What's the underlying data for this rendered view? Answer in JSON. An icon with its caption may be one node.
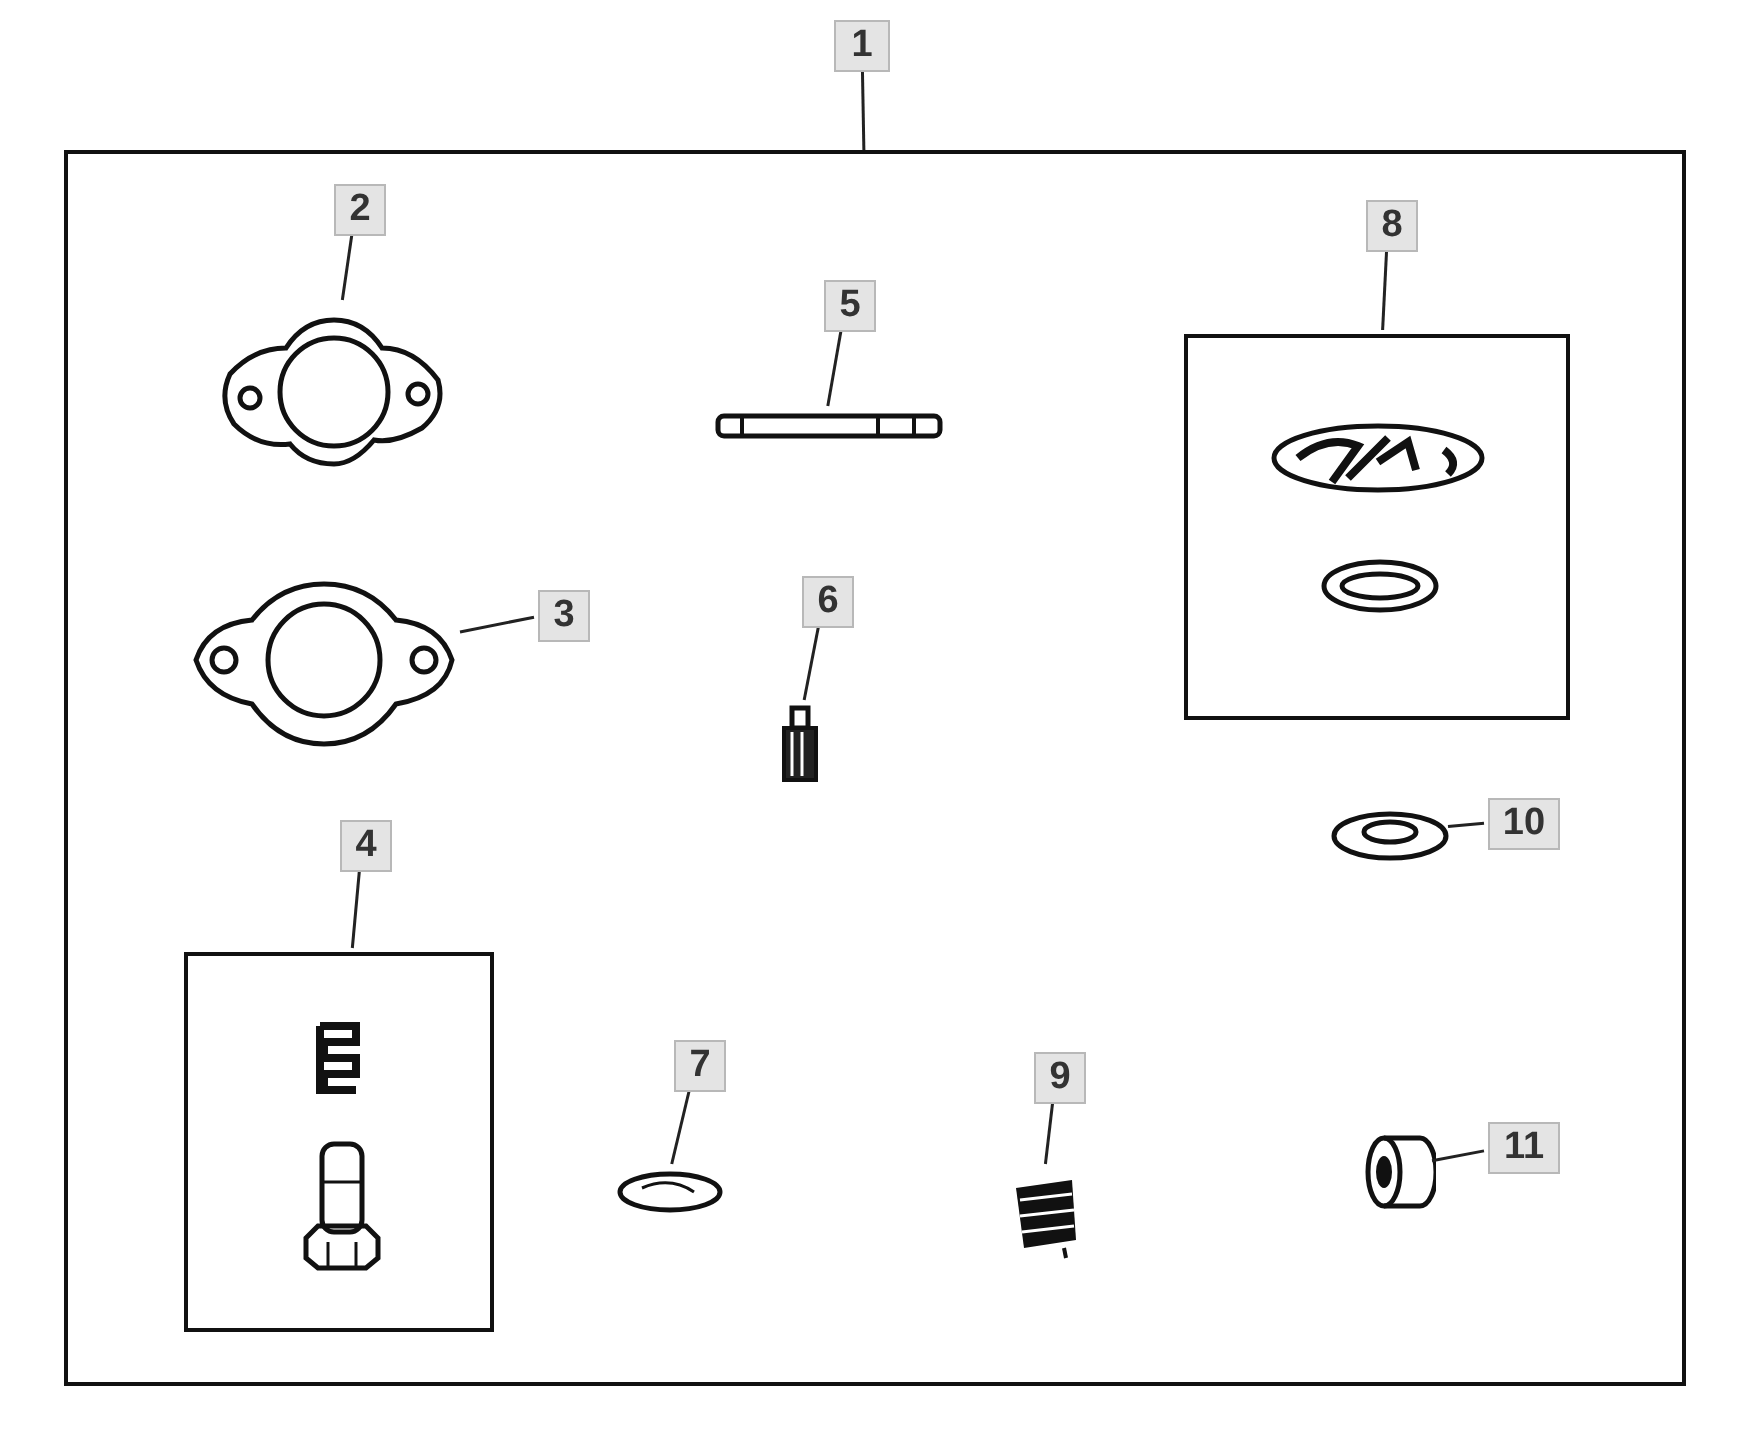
{
  "diagram": {
    "nodes": [
      {
        "text": [
          "1"
        ]
      },
      {
        "text": [],
        "shape": "box"
      },
      {
        "text": [
          "2"
        ],
        "in": 1
      },
      {
        "text": [],
        "shape": "picture",
        "in": 1
      },
      {
        "text": [
          "5"
        ],
        "in": 1
      },
      {
        "text": [],
        "shape": "picture",
        "in": 1
      },
      {
        "text": [
          "8"
        ],
        "in": 1
      },
      {
        "text": [],
        "shape": "box",
        "in": 1
      },
      {
        "text": [],
        "shape": "picture",
        "in": 7
      },
      {
        "text": [],
        "shape": "picture",
        "in": 7
      },
      {
        "text": [
          "3"
        ],
        "in": 1
      },
      {
        "text": [],
        "shape": "picture",
        "in": 1
      },
      {
        "text": [
          "6"
        ],
        "in": 1
      },
      {
        "text": [],
        "shape": "picture",
        "in": 1
      },
      {
        "text": [
          "10"
        ],
        "in": 1
      },
      {
        "text": [],
        "shape": "picture",
        "in": 1
      },
      {
        "text": [
          "4"
        ],
        "in": 1
      },
      {
        "text": [],
        "shape": "box",
        "in": 1
      },
      {
        "text": [],
        "shape": "picture",
        "in": 17
      },
      {
        "text": [],
        "shape": "picture",
        "in": 17
      },
      {
        "text": [
          "7"
        ],
        "in": 1
      },
      {
        "text": [],
        "shape": "picture",
        "in": 1
      },
      {
        "text": [
          "9"
        ],
        "in": 1
      },
      {
        "text": [],
        "shape": "picture",
        "in": 1
      },
      {
        "text": [
          "11"
        ],
        "in": 1
      },
      {
        "text": [],
        "shape": "picture",
        "in": 1
      }
    ],
    "edges": [
      {
        "from": 0,
        "to": 1,
        "arrow": "none"
      },
      {
        "from": 2,
        "to": 3,
        "arrow": "none"
      },
      {
        "from": 4,
        "to": 5,
        "arrow": "none"
      },
      {
        "from": 6,
        "to": 7,
        "arrow": "none"
      },
      {
        "from": 10,
        "to": 11,
        "arrow": "none"
      },
      {
        "from": 12,
        "to": 13,
        "arrow": "none"
      },
      {
        "from": 14,
        "to": 15,
        "arrow": "none"
      },
      {
        "from": 16,
        "to": 17,
        "arrow": "none"
      },
      {
        "from": 20,
        "to": 21,
        "arrow": "none"
      },
      {
        "from": 22,
        "to": 23,
        "arrow": "none"
      },
      {
        "from": 24,
        "to": 25,
        "arrow": "none"
      }
    ]
  }
}
